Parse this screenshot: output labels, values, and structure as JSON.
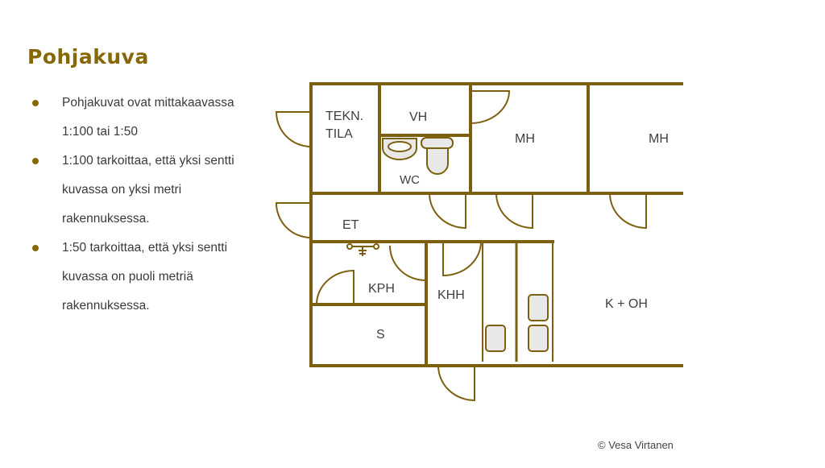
{
  "title": "Pohjakuva",
  "bullets": [
    {
      "lines": [
        "Pohjakuvat ovat  mittakaavassa",
        "1:100 tai 1:50"
      ]
    },
    {
      "lines": [
        "1:100 tarkoittaa, että yksi sentti",
        "kuvassa on yksi metri",
        "rakennuksessa."
      ]
    },
    {
      "lines": [
        "1:50 tarkoittaa, että yksi sentti",
        "kuvassa on puoli metriä",
        "rakennuksessa."
      ]
    }
  ],
  "rooms": {
    "tekn": "TEKN.",
    "tila": "TILA",
    "vh": "VH",
    "wc": "WC",
    "mh1": "MH",
    "mh2": "MH",
    "et": "ET",
    "kph": "KPH",
    "khh": "KHH",
    "s": "S",
    "k_oh": "K + OH"
  },
  "colors": {
    "wall": "#7d600f",
    "fixture_fill": "#e8e8e8",
    "accent": "#876808"
  },
  "credit": "© Vesa Virtanen"
}
